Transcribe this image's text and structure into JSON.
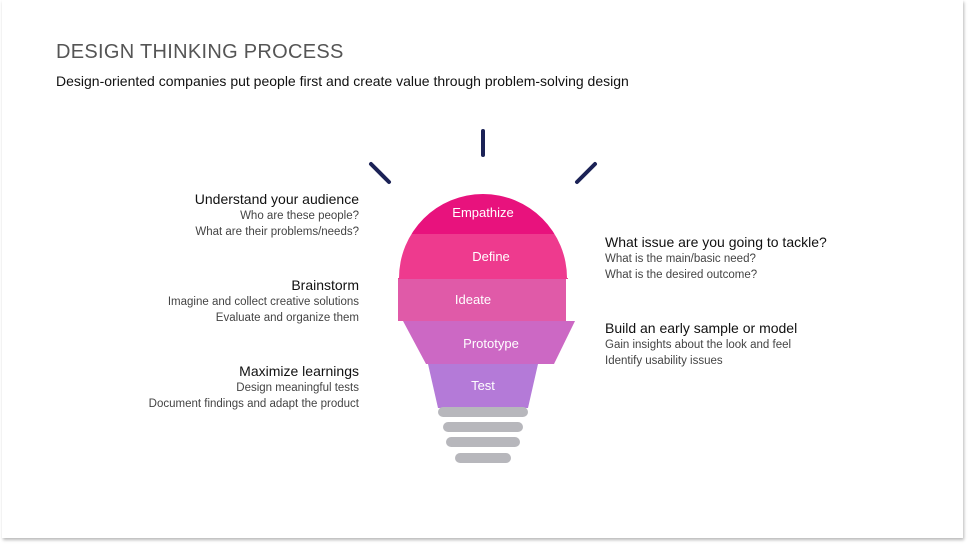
{
  "header": {
    "title": "DESIGN THINKING PROCESS",
    "subtitle": "Design-oriented companies put people first and create value through problem-solving design"
  },
  "stages": [
    {
      "label": "Empathize",
      "color": "#e8127d"
    },
    {
      "label": "Define",
      "color": "#ee3a8e"
    },
    {
      "label": "Ideate",
      "color": "#e05aa8"
    },
    {
      "label": "Prototype",
      "color": "#cc68c4"
    },
    {
      "label": "Test",
      "color": "#b47ad8"
    }
  ],
  "notes": {
    "empathize": {
      "heading": "Understand your audience",
      "line1": "Who are these people?",
      "line2": "What are their problems/needs?"
    },
    "define": {
      "heading": "What issue are you going to tackle?",
      "line1": "What is the main/basic need?",
      "line2": "What is the desired outcome?"
    },
    "ideate": {
      "heading": "Brainstorm",
      "line1": "Imagine and collect creative solutions",
      "line2": "Evaluate and organize them"
    },
    "prototype": {
      "heading": "Build an early sample or model",
      "line1": "Gain insights about the look and feel",
      "line2": "Identify usability issues"
    },
    "test": {
      "heading": "Maximize learnings",
      "line1": "Design meaningful tests",
      "line2": "Document findings and adapt the product"
    }
  },
  "colors": {
    "ray": "#1b2256",
    "base": "#b7b7bc"
  }
}
